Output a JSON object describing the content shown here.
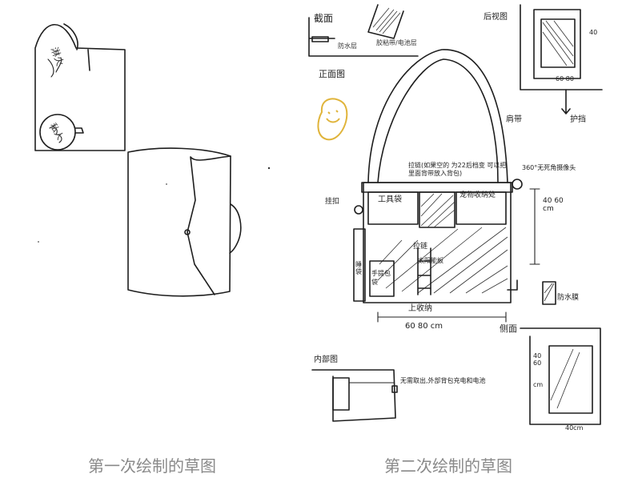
{
  "captions": {
    "first_sketch": "第一次绘制的草图",
    "second_sketch": "第二次绘制的草图"
  },
  "first_sketch": {
    "cover_scribble": "淋火",
    "circle_scribble": "私人"
  },
  "second_sketch": {
    "top_label": "截面",
    "top_sub_1": "防水层",
    "top_sub_2": "胶粘带/电池层",
    "back_view": "后视图",
    "front_view": "正面图",
    "shoulder_strap": "肩带",
    "handle_note": "拉链(如果空的 为22后档变 可以把里面背带放入背包)",
    "camera_note": "360°无死角摄像头",
    "tool_bag": "工具袋",
    "pet_pocket": "宠物收纳处",
    "buckle": "挂扣",
    "zipper_strap": "拉链",
    "handheld_bag": "手提包袋",
    "sleeping_bag": "睡袋",
    "solar": "太阳能板",
    "bottom_label": "上收纳",
    "width_dim": "60 80 cm",
    "height_dim": "40 60 cm",
    "side_view": "侧面",
    "inner_label": "内部图",
    "inner_note": "无需取出,外部背包充电和电池",
    "guard": "护挡",
    "protect": "防水膜",
    "back_dim_a": "60 80",
    "back_dim_b": "40",
    "side_dim": "40 60",
    "side_dim_cm": "cm",
    "side_bottom": "40cm"
  }
}
